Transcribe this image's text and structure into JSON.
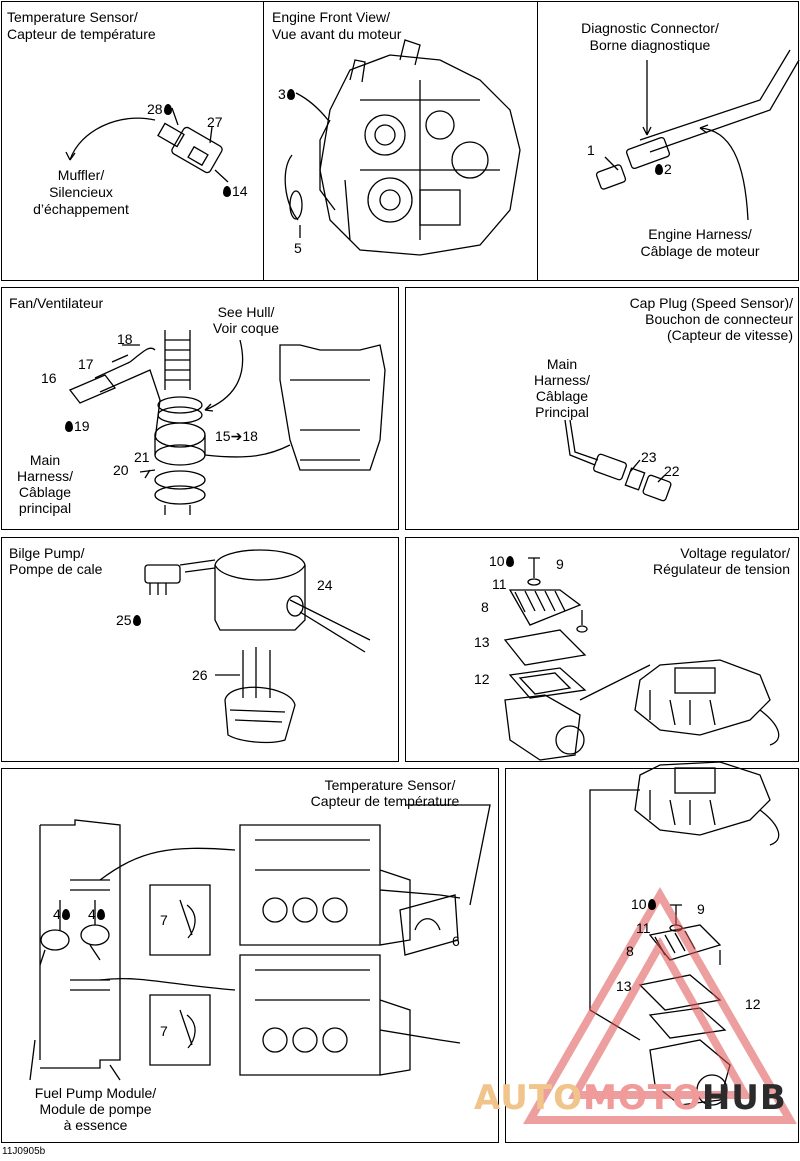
{
  "panels": {
    "temp_sensor": {
      "title1": "Temperature Sensor/",
      "title2": "Capteur de température",
      "muffler1": "Muffler/",
      "muffler2": "Silencieux",
      "muffler3": "d’échappement",
      "n28": "28",
      "n27": "27",
      "n14": "14"
    },
    "engine_front": {
      "title1": "Engine Front View/",
      "title2": "Vue avant du moteur",
      "n3": "3",
      "n5": "5"
    },
    "diag": {
      "title1": "Diagnostic Connector/",
      "title2": "Borne diagnostique",
      "n1": "1",
      "n2": "2",
      "harness1": "Engine Harness/",
      "harness2": "Câblage de moteur"
    },
    "fan": {
      "title": "Fan/Ventilateur",
      "hull1": "See Hull/",
      "hull2": "Voir coque",
      "n18": "18",
      "n17": "17",
      "n16": "16",
      "n19": "19",
      "n15": "15",
      "n15to": "18",
      "n21": "21",
      "n20": "20",
      "main1": "Main",
      "main2": "Harness/",
      "main3": "Câblage",
      "main4": "principal"
    },
    "cap_plug": {
      "title1": "Cap Plug (Speed Sensor)/",
      "title2": "Bouchon de  connecteur",
      "title3": "(Capteur de vitesse)",
      "main1": "Main",
      "main2": "Harness/",
      "main3": "Câblage",
      "main4": "Principal",
      "n23": "23",
      "n22": "22"
    },
    "bilge": {
      "title1": "Bilge Pump/",
      "title2": "Pompe de cale",
      "n24": "24",
      "n25": "25",
      "n26": "26"
    },
    "voltage": {
      "title1": "Voltage regulator/",
      "title2": "Régulateur de tension",
      "n10": "10",
      "n9": "9",
      "n11": "11",
      "n8": "8",
      "n13": "13",
      "n12": "12"
    },
    "fuel": {
      "ts1": "Temperature Sensor/",
      "ts2": "Capteur de température",
      "n4a": "4",
      "n4b": "4",
      "n7a": "7",
      "n7b": "7",
      "n6": "6",
      "fp1": "Fuel Pump Module/",
      "fp2": "Module de pompe",
      "fp3": "à essence"
    }
  },
  "watermark": {
    "part1": "AUTO",
    "part2": "MOTO",
    "part3": "HUB"
  },
  "figure_code": "11J0905b",
  "colors": {
    "line": "#000000",
    "watermark_red": "#e05050",
    "watermark_orange": "#f0b060"
  }
}
